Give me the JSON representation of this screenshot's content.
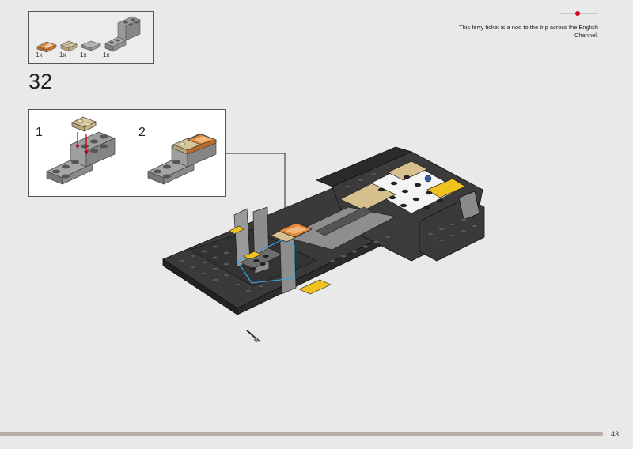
{
  "parts_list": {
    "items": [
      {
        "qty": "1x",
        "color": "#e08a3c",
        "icon": "orange-tile-printed"
      },
      {
        "qty": "1x",
        "color": "#d8c59a",
        "icon": "tan-plate-1x2"
      },
      {
        "qty": "1x",
        "color": "#a8a8a8",
        "icon": "gray-tile-1x2"
      },
      {
        "qty": "1x",
        "color": "#9a9a9a",
        "icon": "gray-bracket"
      }
    ]
  },
  "step": {
    "number": "32"
  },
  "substeps": [
    {
      "number": "1"
    },
    {
      "number": "2"
    }
  ],
  "note": {
    "text": "This ferry ticket is a nod to the trip across the English Channel."
  },
  "page": {
    "number": "43"
  },
  "colors": {
    "accent_red": "#d6001c",
    "callout_blue": "#3aa0d8",
    "progress": "#b8afaa"
  }
}
